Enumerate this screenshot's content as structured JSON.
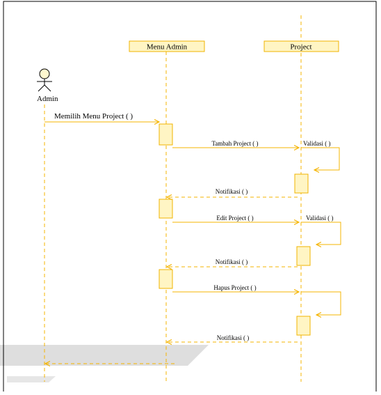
{
  "colors": {
    "accent": "#f5b400",
    "box_fill": "#fff5c4",
    "box_stroke": "#f0b400",
    "frame": "#000000",
    "watermark": "#dedede"
  },
  "actor": {
    "name": "Admin",
    "icon": "stick-figure-icon"
  },
  "lifelines": [
    {
      "id": "menu_admin",
      "label": "Menu Admin"
    },
    {
      "id": "project",
      "label": "Project"
    }
  ],
  "messages": [
    {
      "label": "Memilih Menu Project ( )",
      "from": "Admin",
      "to": "Menu Admin",
      "kind": "call"
    },
    {
      "label": "Tambah Project ( )",
      "from": "Menu Admin",
      "to": "Project",
      "kind": "call"
    },
    {
      "label": "Validasi ( )",
      "from": "Project",
      "to": "Project",
      "kind": "self"
    },
    {
      "label": "Notifikasi ( )",
      "from": "Project",
      "to": "Menu Admin",
      "kind": "return"
    },
    {
      "label": "Edit Project ( )",
      "from": "Menu Admin",
      "to": "Project",
      "kind": "call"
    },
    {
      "label": "Validasi ( )",
      "from": "Project",
      "to": "Project",
      "kind": "self"
    },
    {
      "label": "Notifikasi ( )",
      "from": "Project",
      "to": "Menu Admin",
      "kind": "return"
    },
    {
      "label": "Hapus Project ( )",
      "from": "Menu Admin",
      "to": "Project",
      "kind": "call"
    },
    {
      "label": "",
      "from": "Project",
      "to": "Project",
      "kind": "self"
    },
    {
      "label": "Notifikasi ( )",
      "from": "Project",
      "to": "Menu Admin",
      "kind": "return"
    },
    {
      "label": "",
      "from": "Menu Admin",
      "to": "Admin",
      "kind": "return"
    }
  ]
}
